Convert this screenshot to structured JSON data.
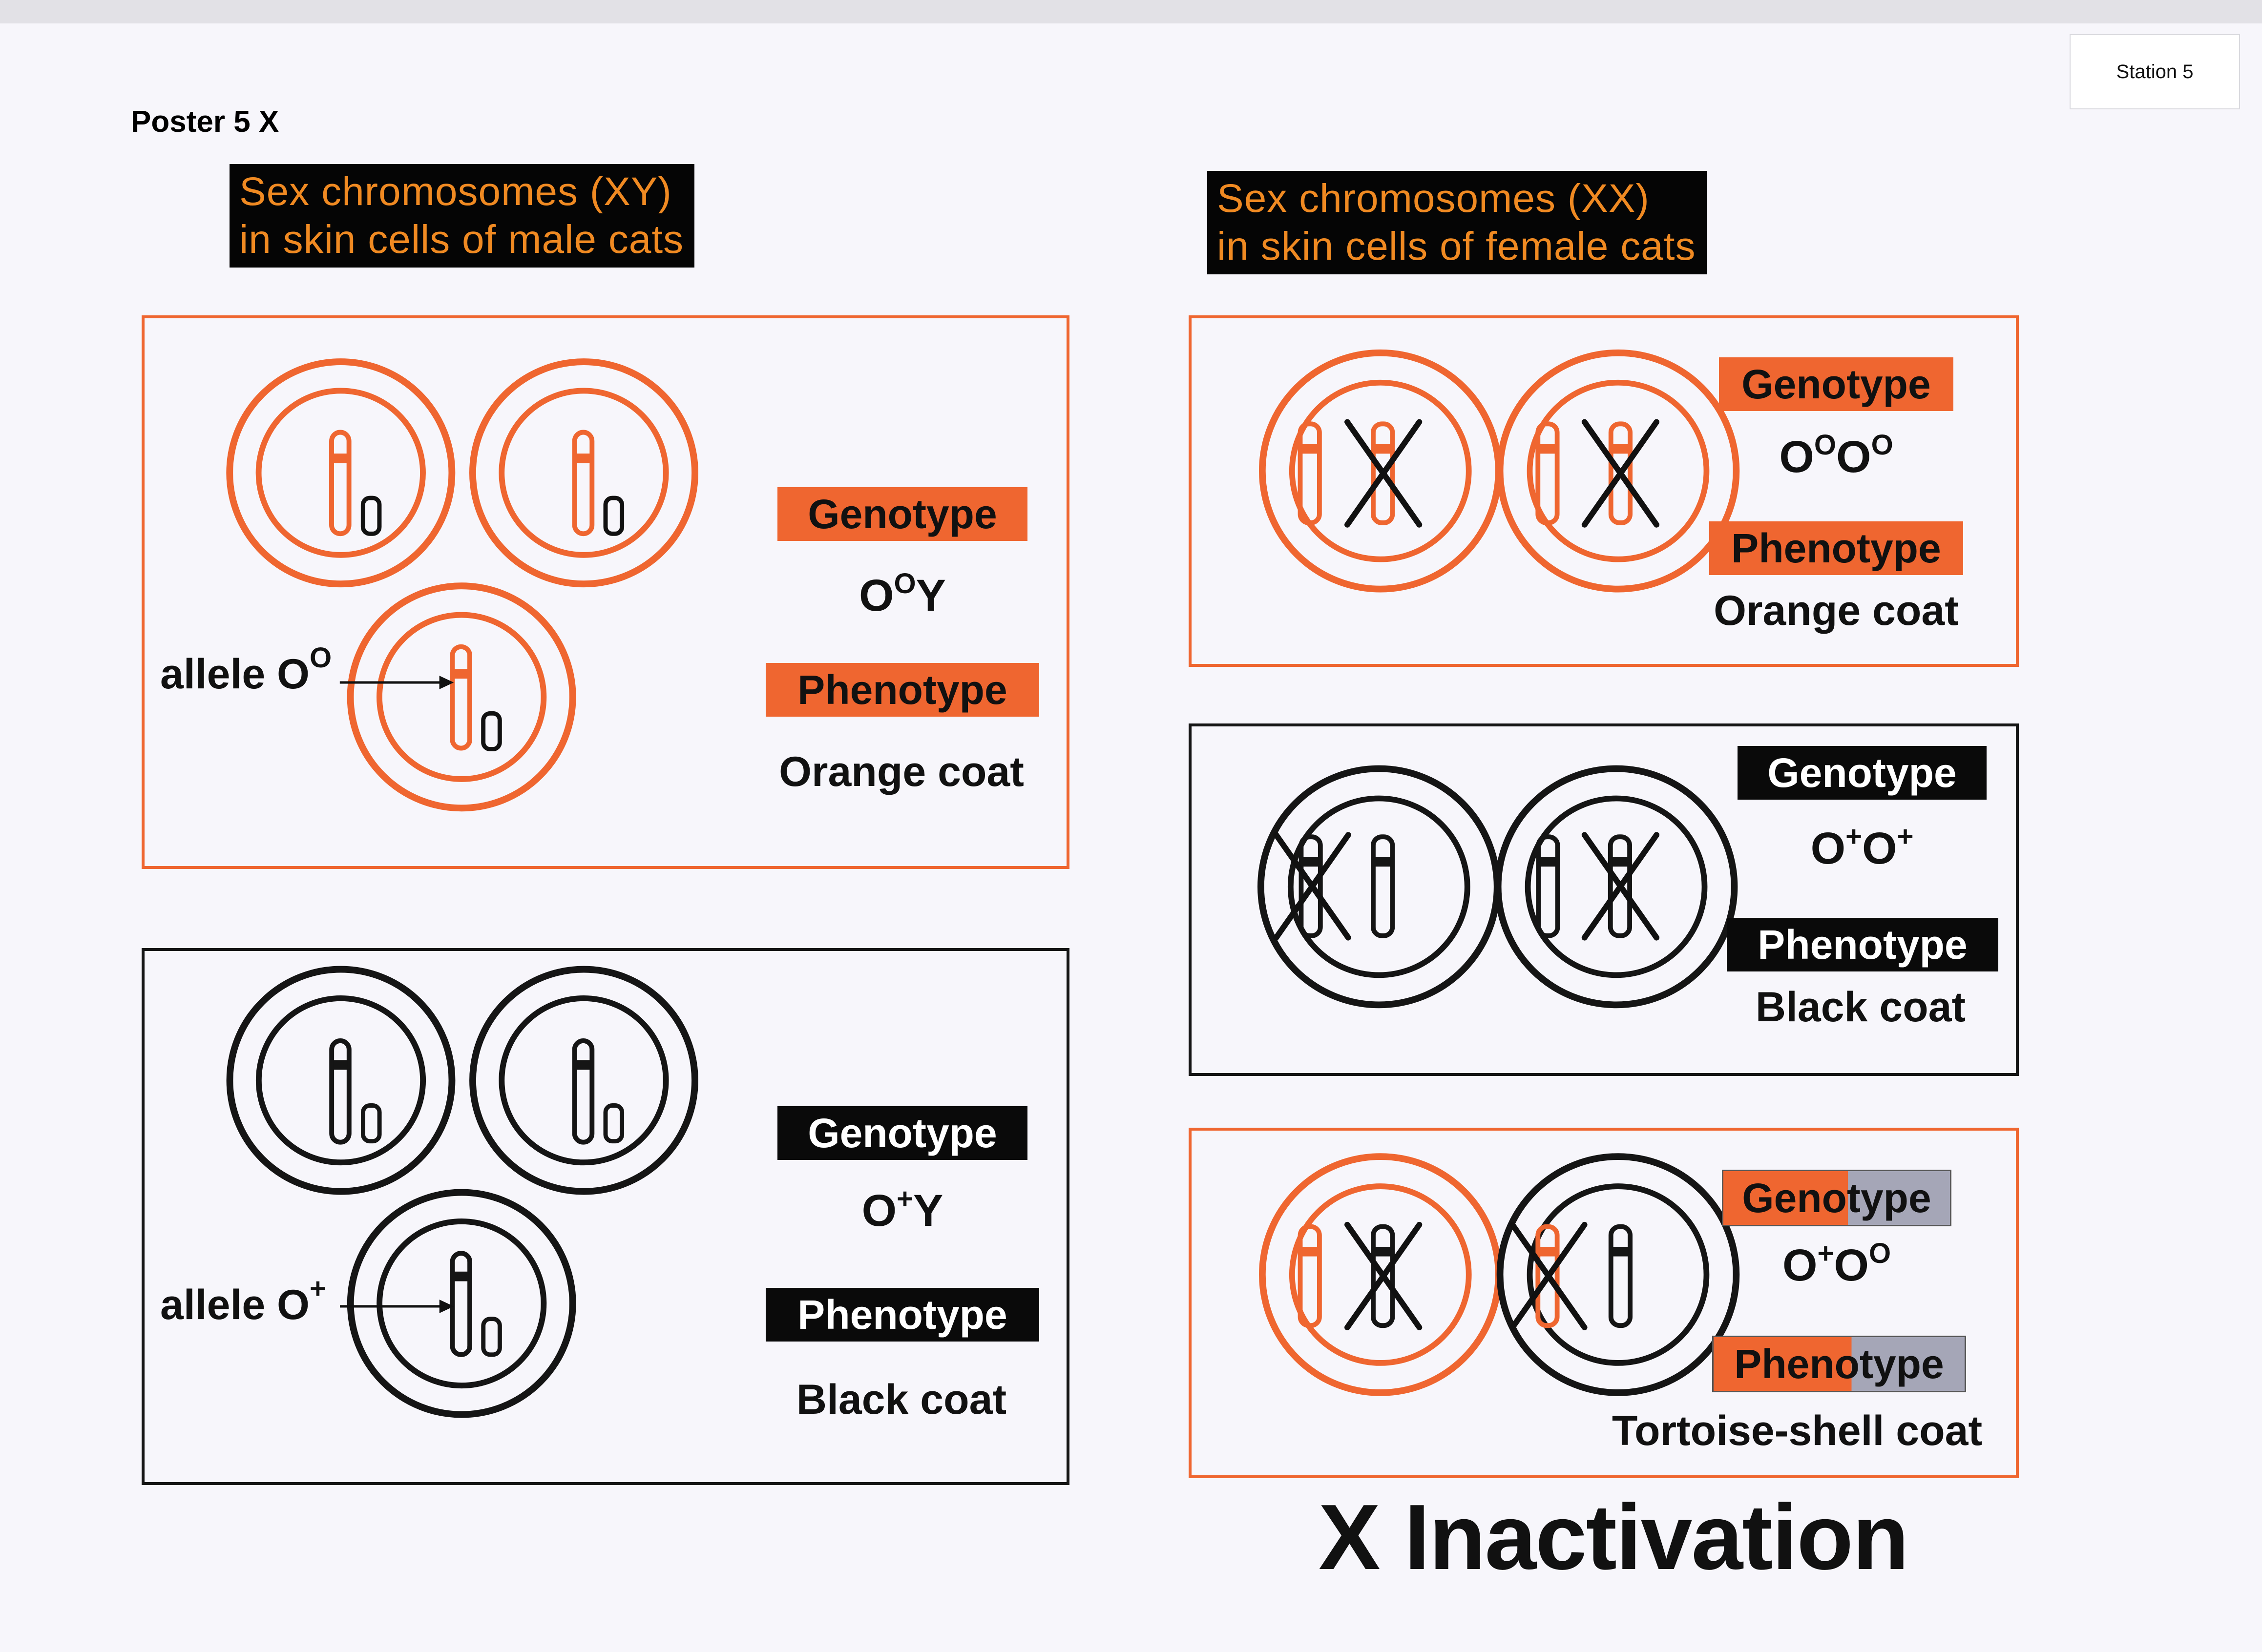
{
  "station": "Station 5",
  "poster": "Poster 5 X",
  "headers": {
    "male": [
      "Sex chromosomes (XY)",
      "in skin cells of male cats"
    ],
    "female": [
      "Sex chromosomes (XX)",
      "in skin cells of female cats"
    ]
  },
  "male_orange": {
    "genotype_label": "Genotype",
    "genotype_base": "O",
    "genotype_sup": "O",
    "genotype_tail": "Y",
    "phenotype_label": "Phenotype",
    "phenotype": "Orange coat",
    "allele_text": "allele O",
    "allele_sup": "O"
  },
  "male_black": {
    "genotype_label": "Genotype",
    "genotype_base": "O",
    "genotype_sup": "+",
    "genotype_tail": "Y",
    "phenotype_label": "Phenotype",
    "phenotype": "Black coat",
    "allele_text": "allele O",
    "allele_sup": "+"
  },
  "female_orange": {
    "genotype_label": "Genotype",
    "g1": "O",
    "s1": "O",
    "g2": "O",
    "s2": "O",
    "phenotype_label": "Phenotype",
    "phenotype": "Orange coat"
  },
  "female_black": {
    "genotype_label": "Genotype",
    "g1": "O",
    "s1": "+",
    "g2": "O",
    "s2": "+",
    "phenotype_label": "Phenotype",
    "phenotype": "Black coat"
  },
  "female_tortoise": {
    "genotype_label": "Genotype",
    "g1": "O",
    "s1": "+",
    "g2": "O",
    "s2": "O",
    "phenotype_label": "Phenotype",
    "phenotype": "Tortoise-shell coat"
  },
  "footer_title": "X Inactivation",
  "colors": {
    "orange": "#ef6630",
    "black": "#151515",
    "header_text": "#f08a22",
    "mixed_gray": "#a5a6b7"
  }
}
